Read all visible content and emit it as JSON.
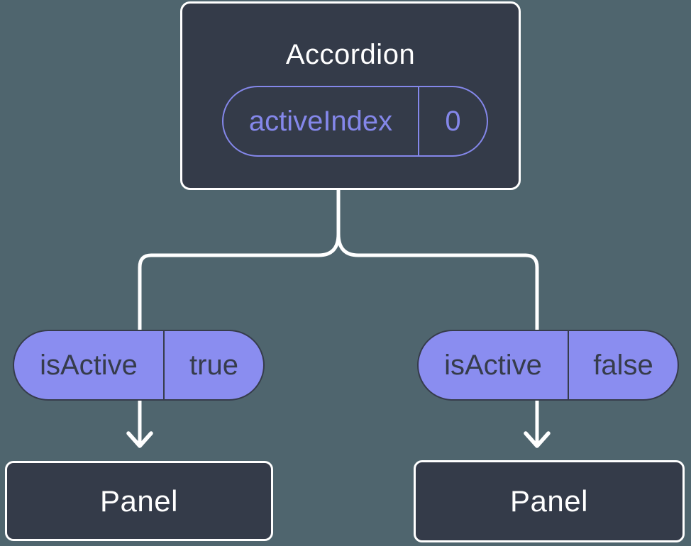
{
  "colors": {
    "background": "#4f656e",
    "node_fill": "#343b49",
    "node_border": "#ffffff",
    "line": "#ffffff",
    "title_text": "#ffffff",
    "accent_purple": "#8487ea",
    "pill_fill": "#8a8df0",
    "pill_text_dark": "#363c4b"
  },
  "tree": {
    "root": {
      "label": "Accordion",
      "state": {
        "name": "activeIndex",
        "value": "0"
      }
    },
    "children": [
      {
        "label": "Panel",
        "prop": {
          "name": "isActive",
          "value": "true"
        }
      },
      {
        "label": "Panel",
        "prop": {
          "name": "isActive",
          "value": "false"
        }
      }
    ]
  }
}
